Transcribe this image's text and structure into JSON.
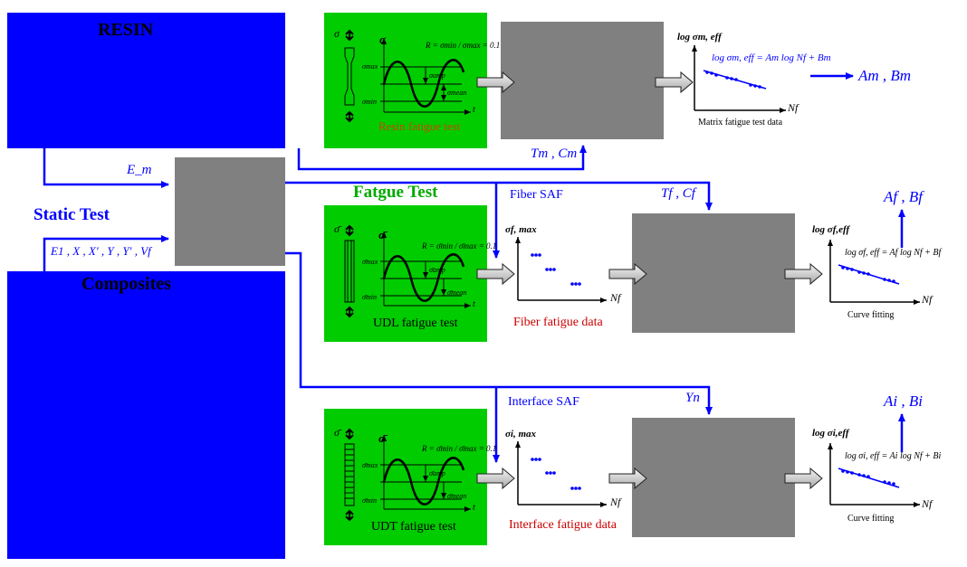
{
  "resin": {
    "title": "RESIN"
  },
  "composites": {
    "title": "Composites"
  },
  "static_test": {
    "label": "Static Test",
    "em_label": "E_m",
    "params_label": "E1 , X , X′ , Y , Y′ , Vf"
  },
  "fatigue_test": {
    "label": "Fatgue Test"
  },
  "resin_panel": {
    "caption": "Resin fatigue test",
    "r_formula": "R = σmin / σmax = 0.1",
    "labels": {
      "sigma": "σ",
      "smax": "σmax",
      "smin": "σmin",
      "samp": "σamp",
      "smean": "σmean",
      "t": "t"
    }
  },
  "udl_panel": {
    "caption": "UDL fatigue test",
    "r_formula": "R = σ̄min / σ̄max = 0.1",
    "labels": {
      "sigma": "σ̄",
      "smax": "σ̄max",
      "smin": "σ̄min",
      "samp": "σ̄amp",
      "smean": "σ̄mean",
      "t": "t"
    }
  },
  "udt_panel": {
    "caption": "UDT fatigue test",
    "r_formula": "R = σ̄min / σ̄max = 0.1",
    "labels": {
      "sigma": "σ̄",
      "smax": "σ̄max",
      "smin": "σ̄min",
      "samp": "σ̄amp",
      "smean": "σ̄mean",
      "t": "t"
    }
  },
  "matrix_chart": {
    "ylabel": "log σm, eff",
    "xlabel": "Nf",
    "equation": "log σm, eff = Am log Nf + Bm",
    "caption": "Matrix fatigue test data",
    "output": "Am , Bm"
  },
  "fiber_chart": {
    "ylabel": "σf, max",
    "xlabel": "Nf",
    "caption": "Fiber fatigue data"
  },
  "interface_chart": {
    "ylabel": "σi, max",
    "xlabel": "Nf",
    "caption": "Interface fatigue data"
  },
  "fiber_fit": {
    "ylabel": "log σf,eff",
    "xlabel": "Nf",
    "equation": "log σf, eff = Af log Nf + Bf",
    "caption": "Curve fitting",
    "output": "Af , Bf"
  },
  "interface_fit": {
    "ylabel": "log σi,eff",
    "xlabel": "Nf",
    "equation": "log σi, eff = Ai log Nf + Bi",
    "caption": "Curve fitting",
    "output": "Ai , Bi"
  },
  "connectors": {
    "tm_cm": "Tm , Cm",
    "tf_cf": "Tf , Cf",
    "yn": "Yn",
    "fiber_saf": "Fiber SAF",
    "interface_saf": "Interface SAF"
  },
  "colors": {
    "blue": "#0000ff",
    "green": "#00cc00",
    "gray": "#808080",
    "red": "#cc0000"
  }
}
